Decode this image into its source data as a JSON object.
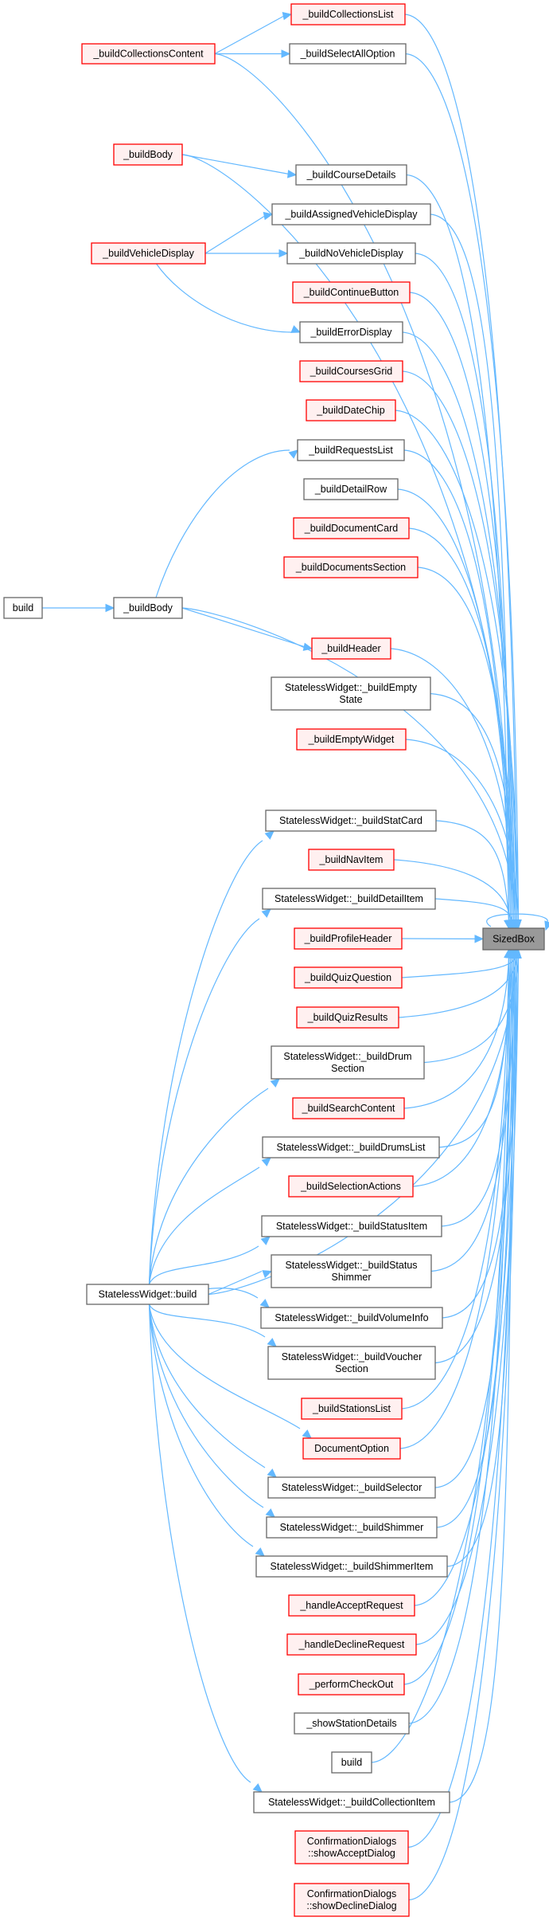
{
  "title": "SizedBox caller graph",
  "colors": {
    "edge": "#63b8ff",
    "red_border": "#ff0000",
    "red_fill": "#fff0f0",
    "gray_border": "#666666",
    "focus_fill": "#999999"
  },
  "focus_node": {
    "id": "sizedbox",
    "label": "SizedBox"
  },
  "nodes": [
    {
      "id": "collectionsContent",
      "lines": [
        "_buildCollectionsContent"
      ],
      "style": "red"
    },
    {
      "id": "buildBodyRed",
      "lines": [
        "_buildBody"
      ],
      "style": "red"
    },
    {
      "id": "vehicleDisplay",
      "lines": [
        "_buildVehicleDisplay"
      ],
      "style": "red"
    },
    {
      "id": "buildRoot",
      "lines": [
        "build"
      ],
      "style": "gray"
    },
    {
      "id": "buildBodyGray",
      "lines": [
        "_buildBody"
      ],
      "style": "gray"
    },
    {
      "id": "statelessBuild",
      "lines": [
        "StatelessWidget::build"
      ],
      "style": "gray"
    },
    {
      "id": "n1",
      "lines": [
        "_buildCollectionsList"
      ],
      "style": "red"
    },
    {
      "id": "n2",
      "lines": [
        "_buildSelectAllOption"
      ],
      "style": "gray"
    },
    {
      "id": "n3",
      "lines": [
        "_buildCourseDetails"
      ],
      "style": "gray"
    },
    {
      "id": "n4",
      "lines": [
        "_buildAssignedVehicleDisplay"
      ],
      "style": "gray"
    },
    {
      "id": "n5",
      "lines": [
        "_buildNoVehicleDisplay"
      ],
      "style": "gray"
    },
    {
      "id": "n6",
      "lines": [
        "_buildContinueButton"
      ],
      "style": "red"
    },
    {
      "id": "n7",
      "lines": [
        "_buildErrorDisplay"
      ],
      "style": "gray"
    },
    {
      "id": "n8",
      "lines": [
        "_buildCoursesGrid"
      ],
      "style": "red"
    },
    {
      "id": "n9",
      "lines": [
        "_buildDateChip"
      ],
      "style": "red"
    },
    {
      "id": "n10",
      "lines": [
        "_buildRequestsList"
      ],
      "style": "gray"
    },
    {
      "id": "n11",
      "lines": [
        "_buildDetailRow"
      ],
      "style": "gray"
    },
    {
      "id": "n12",
      "lines": [
        "_buildDocumentCard"
      ],
      "style": "red"
    },
    {
      "id": "n13",
      "lines": [
        "_buildDocumentsSection"
      ],
      "style": "red"
    },
    {
      "id": "n14",
      "lines": [
        "_buildHeader"
      ],
      "style": "red"
    },
    {
      "id": "n15",
      "lines": [
        "StatelessWidget::_buildEmpty",
        "State"
      ],
      "style": "gray"
    },
    {
      "id": "n16",
      "lines": [
        "_buildEmptyWidget"
      ],
      "style": "red"
    },
    {
      "id": "n17",
      "lines": [
        "StatelessWidget::_buildStatCard"
      ],
      "style": "gray"
    },
    {
      "id": "n18",
      "lines": [
        "_buildNavItem"
      ],
      "style": "red"
    },
    {
      "id": "n19",
      "lines": [
        "StatelessWidget::_buildDetailItem"
      ],
      "style": "gray"
    },
    {
      "id": "n20",
      "lines": [
        "_buildProfileHeader"
      ],
      "style": "red"
    },
    {
      "id": "n21",
      "lines": [
        "_buildQuizQuestion"
      ],
      "style": "red"
    },
    {
      "id": "n22",
      "lines": [
        "_buildQuizResults"
      ],
      "style": "red"
    },
    {
      "id": "n23",
      "lines": [
        "StatelessWidget::_buildDrum",
        "Section"
      ],
      "style": "gray"
    },
    {
      "id": "n24",
      "lines": [
        "_buildSearchContent"
      ],
      "style": "red"
    },
    {
      "id": "n25",
      "lines": [
        "StatelessWidget::_buildDrumsList"
      ],
      "style": "gray"
    },
    {
      "id": "n26",
      "lines": [
        "_buildSelectionActions"
      ],
      "style": "red"
    },
    {
      "id": "n27",
      "lines": [
        "StatelessWidget::_buildStatusItem"
      ],
      "style": "gray"
    },
    {
      "id": "n28",
      "lines": [
        "StatelessWidget::_buildStatus",
        "Shimmer"
      ],
      "style": "gray"
    },
    {
      "id": "n29",
      "lines": [
        "StatelessWidget::_buildVolumeInfo"
      ],
      "style": "gray"
    },
    {
      "id": "n30",
      "lines": [
        "StatelessWidget::_buildVoucher",
        "Section"
      ],
      "style": "gray"
    },
    {
      "id": "n31",
      "lines": [
        "_buildStationsList"
      ],
      "style": "red"
    },
    {
      "id": "n32",
      "lines": [
        "DocumentOption"
      ],
      "style": "red"
    },
    {
      "id": "n33",
      "lines": [
        "StatelessWidget::_buildSelector"
      ],
      "style": "gray"
    },
    {
      "id": "n34",
      "lines": [
        "StatelessWidget::_buildShimmer"
      ],
      "style": "gray"
    },
    {
      "id": "n35",
      "lines": [
        "StatelessWidget::_buildShimmerItem"
      ],
      "style": "gray"
    },
    {
      "id": "n36",
      "lines": [
        "_handleAcceptRequest"
      ],
      "style": "red"
    },
    {
      "id": "n37",
      "lines": [
        "_handleDeclineRequest"
      ],
      "style": "red"
    },
    {
      "id": "n38",
      "lines": [
        "_performCheckOut"
      ],
      "style": "red"
    },
    {
      "id": "n39",
      "lines": [
        "_showStationDetails"
      ],
      "style": "gray"
    },
    {
      "id": "n40",
      "lines": [
        "build"
      ],
      "style": "gray"
    },
    {
      "id": "n41",
      "lines": [
        "StatelessWidget::_buildCollectionItem"
      ],
      "style": "gray"
    },
    {
      "id": "n42",
      "lines": [
        "ConfirmationDialogs",
        "::showAcceptDialog"
      ],
      "style": "red"
    },
    {
      "id": "n43",
      "lines": [
        "ConfirmationDialogs",
        "::showDeclineDialog"
      ],
      "style": "red"
    }
  ],
  "edges": [
    [
      "collectionsContent",
      "n1"
    ],
    [
      "collectionsContent",
      "n2"
    ],
    [
      "collectionsContent",
      "sizedbox"
    ],
    [
      "buildBodyRed",
      "n3"
    ],
    [
      "buildBodyRed",
      "sizedbox"
    ],
    [
      "vehicleDisplay",
      "n4"
    ],
    [
      "vehicleDisplay",
      "n5"
    ],
    [
      "vehicleDisplay",
      "n7"
    ],
    [
      "buildRoot",
      "buildBodyGray"
    ],
    [
      "buildBodyGray",
      "n10"
    ],
    [
      "buildBodyGray",
      "n14"
    ],
    [
      "buildBodyGray",
      "sizedbox"
    ],
    [
      "statelessBuild",
      "n17"
    ],
    [
      "statelessBuild",
      "n19"
    ],
    [
      "statelessBuild",
      "n23"
    ],
    [
      "statelessBuild",
      "n25"
    ],
    [
      "statelessBuild",
      "n27"
    ],
    [
      "statelessBuild",
      "n28"
    ],
    [
      "statelessBuild",
      "n29"
    ],
    [
      "statelessBuild",
      "n30"
    ],
    [
      "statelessBuild",
      "n32"
    ],
    [
      "statelessBuild",
      "n33"
    ],
    [
      "statelessBuild",
      "n34"
    ],
    [
      "statelessBuild",
      "n35"
    ],
    [
      "statelessBuild",
      "n41"
    ],
    [
      "statelessBuild",
      "sizedbox"
    ],
    [
      "n1",
      "sizedbox"
    ],
    [
      "n2",
      "sizedbox"
    ],
    [
      "n3",
      "sizedbox"
    ],
    [
      "n4",
      "sizedbox"
    ],
    [
      "n5",
      "sizedbox"
    ],
    [
      "n6",
      "sizedbox"
    ],
    [
      "n7",
      "sizedbox"
    ],
    [
      "n8",
      "sizedbox"
    ],
    [
      "n9",
      "sizedbox"
    ],
    [
      "n10",
      "sizedbox"
    ],
    [
      "n11",
      "sizedbox"
    ],
    [
      "n12",
      "sizedbox"
    ],
    [
      "n13",
      "sizedbox"
    ],
    [
      "n14",
      "sizedbox"
    ],
    [
      "n15",
      "sizedbox"
    ],
    [
      "n16",
      "sizedbox"
    ],
    [
      "n17",
      "sizedbox"
    ],
    [
      "n18",
      "sizedbox"
    ],
    [
      "n19",
      "sizedbox"
    ],
    [
      "n20",
      "sizedbox"
    ],
    [
      "n21",
      "sizedbox"
    ],
    [
      "n22",
      "sizedbox"
    ],
    [
      "n23",
      "sizedbox"
    ],
    [
      "n24",
      "sizedbox"
    ],
    [
      "n25",
      "sizedbox"
    ],
    [
      "n26",
      "sizedbox"
    ],
    [
      "n27",
      "sizedbox"
    ],
    [
      "n28",
      "sizedbox"
    ],
    [
      "n29",
      "sizedbox"
    ],
    [
      "n30",
      "sizedbox"
    ],
    [
      "n31",
      "sizedbox"
    ],
    [
      "n32",
      "sizedbox"
    ],
    [
      "n33",
      "sizedbox"
    ],
    [
      "n34",
      "sizedbox"
    ],
    [
      "n35",
      "sizedbox"
    ],
    [
      "n36",
      "sizedbox"
    ],
    [
      "n37",
      "sizedbox"
    ],
    [
      "n38",
      "sizedbox"
    ],
    [
      "n39",
      "sizedbox"
    ],
    [
      "n40",
      "sizedbox"
    ],
    [
      "n41",
      "sizedbox"
    ],
    [
      "n42",
      "sizedbox"
    ],
    [
      "n43",
      "sizedbox"
    ],
    [
      "sizedbox",
      "sizedbox"
    ]
  ]
}
